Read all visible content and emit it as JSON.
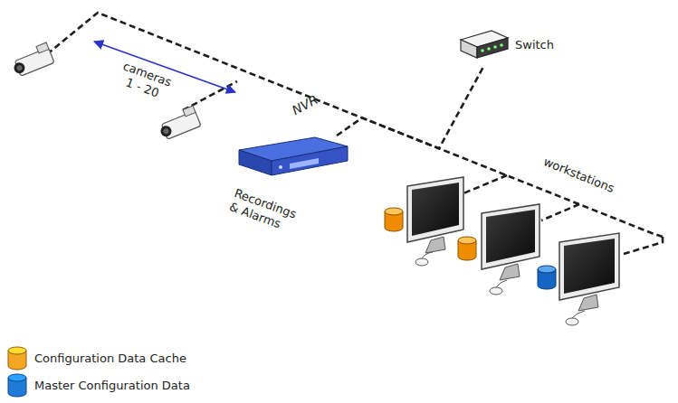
{
  "diagram": {
    "nodes": [
      {
        "text": [
          "NVR",
          "Recordings & Alarms"
        ]
      },
      {
        "text": [
          "Switch"
        ]
      }
    ],
    "edges": [
      {
        "from": 0,
        "to": 1,
        "arrow": "none"
      }
    ],
    "labels": [
      "cameras 1 - 20",
      "workstations"
    ],
    "legend": [
      {
        "text": "Configuration Data Cache",
        "color": "#f5a623"
      },
      {
        "text": "Master Configuration Data",
        "color": "#1f7ad8"
      }
    ]
  }
}
